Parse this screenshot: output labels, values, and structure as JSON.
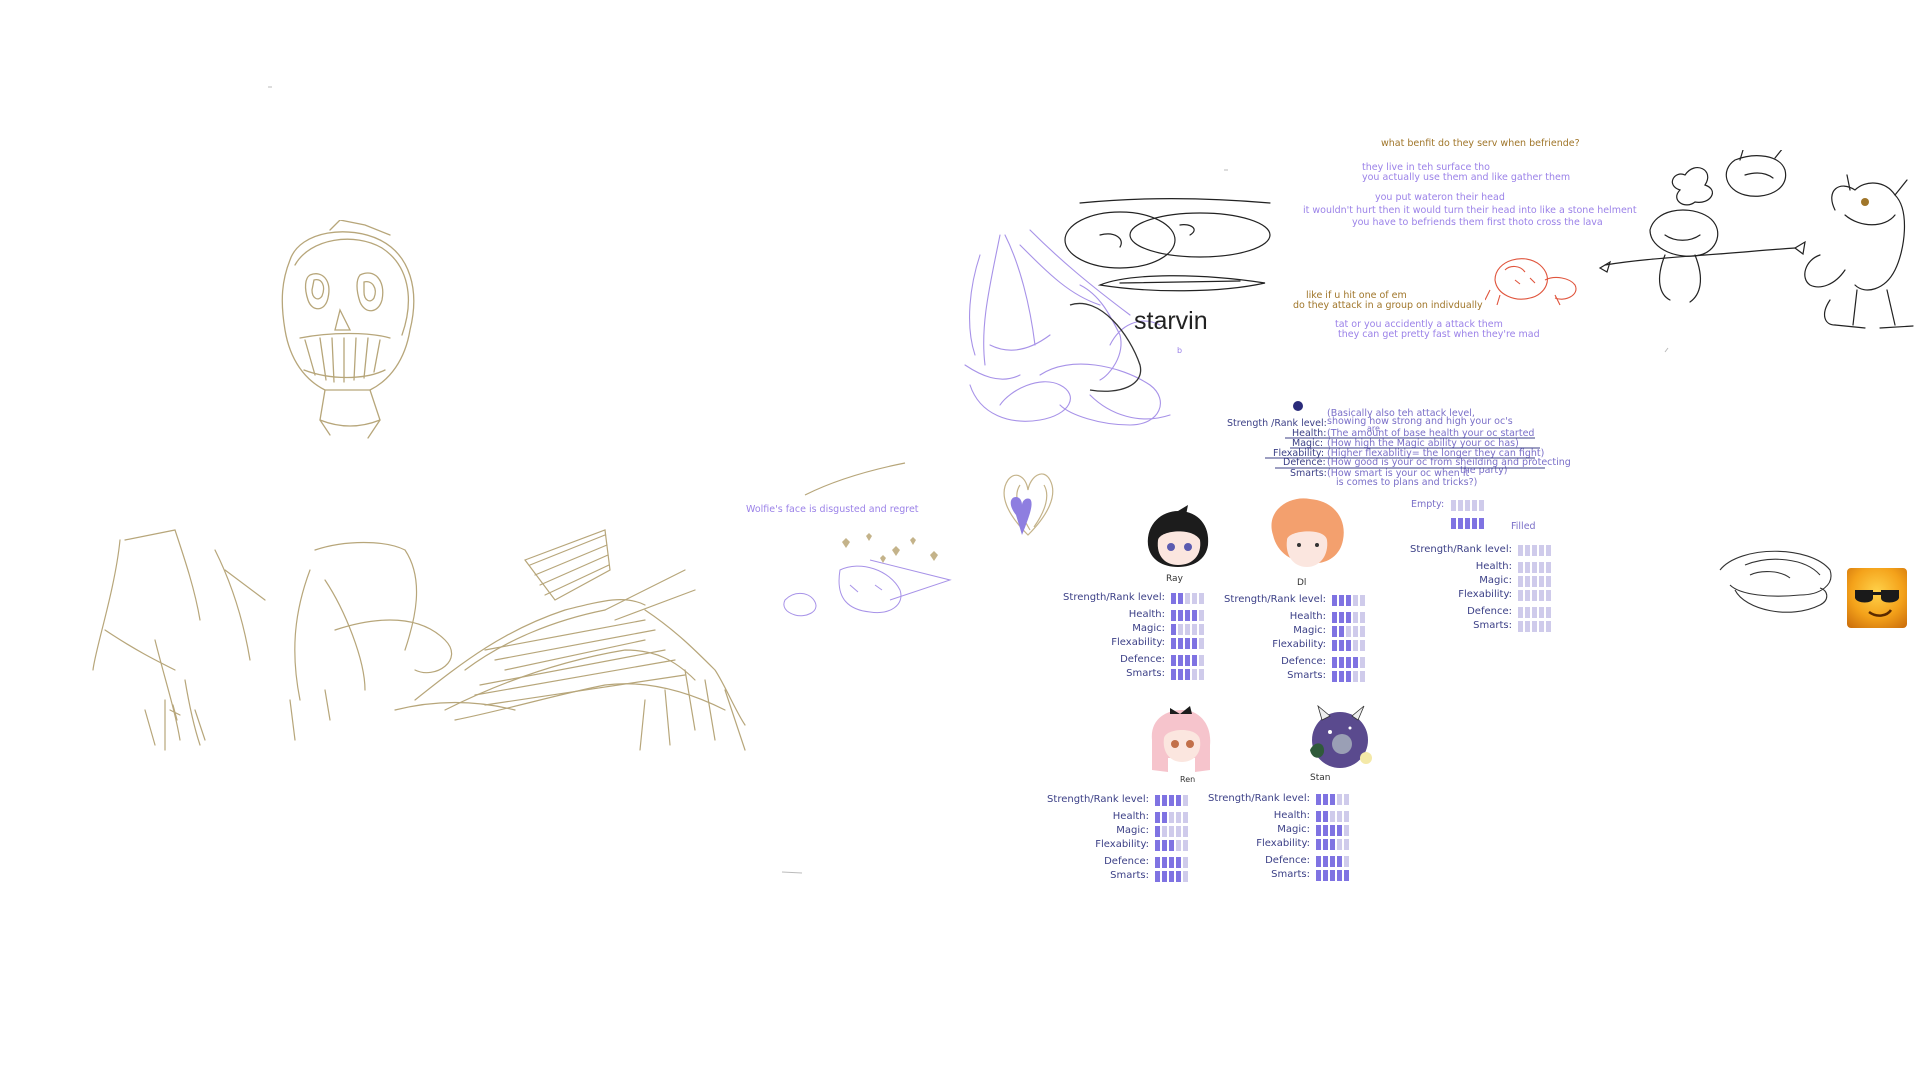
{
  "board": {
    "starvin_label": "starvin",
    "b_mark": "b",
    "wolfie_note": "Wolfie's face is disgusted and regret"
  },
  "qa": {
    "q1": "what benfit do they serv when befriende?",
    "a1_1": "they live in teh surface tho",
    "a1_2": "you actually use them and like gather them",
    "a2_1": "you put wateron their head",
    "a2_2": "it wouldn't hurt then it would turn their head into like a stone helment",
    "a2_3": "you have to befriends them first thoto cross the lava",
    "q3_1": "like if u hit one of em",
    "q3_2": "do they attack in a group on indivdually",
    "a3_1": "tat or you accidently a attack them",
    "a3_2": "they can get pretty fast when they're mad"
  },
  "legend": {
    "strength_label": "Strength /Rank level:",
    "strength_desc_1": "(Basically also teh attack level,",
    "strength_desc_2": "showing how strong and high your oc's",
    "strength_desc_3": "are",
    "health_label": "Health:",
    "health_desc": "(The amount of base health your oc started",
    "magic_label": "Magic:",
    "magic_desc": "(How high the Magic ability your oc has)",
    "flex_label": "Flexability:",
    "flex_desc": "(Higher flexablitiy= the longer they can fight)",
    "defence_label": "Defence:",
    "defence_desc": "(How good is your oc from sheilding and protecting",
    "defence_desc_2": "the party)",
    "smarts_label": "Smarts:",
    "smarts_desc": "(How smart is your oc when it",
    "smarts_desc_2": "is comes to plans and tricks?)",
    "empty_label": "Empty:",
    "filled_label": "Filled"
  },
  "stat_labels": {
    "strength": "Strength/Rank level:",
    "health": "Health:",
    "magic": "Magic:",
    "flex": "Flexability:",
    "defence": "Defence:",
    "smarts": "Smarts:"
  },
  "template_stats": {
    "strength_label": "Strength/Rank level:",
    "health_label": "Health:",
    "magic_label": "Magic:",
    "flex_label": "Flexability:",
    "defence_label": "Defence:",
    "smarts_label": "Smarts:"
  },
  "characters": [
    {
      "sig": "Ray",
      "stats": {
        "strength": 2,
        "health": 4,
        "magic": 1,
        "flex": 4,
        "defence": 4,
        "smarts": 3
      }
    },
    {
      "sig": "Dl",
      "stats": {
        "strength": 3,
        "health": 3,
        "magic": 2,
        "flex": 3,
        "defence": 4,
        "smarts": 3
      }
    },
    {
      "sig": "Ren",
      "stats": {
        "strength": 4,
        "health": 2,
        "magic": 1,
        "flex": 3,
        "defence": 4,
        "smarts": 4
      }
    },
    {
      "sig": "Stan",
      "stats": {
        "strength": 3,
        "health": 2,
        "magic": 4,
        "flex": 3,
        "defence": 4,
        "smarts": 5
      }
    }
  ],
  "colors": {
    "bar_filled": "#7f73e2",
    "bar_empty": "#cfcbeb",
    "sketch_gold": "#b7a67a",
    "note_purple": "#9b82e8",
    "note_gold": "#a0762a",
    "label_navy": "#3b3f86"
  },
  "icons": [
    "heart-icon",
    "sunglasses-emoji-icon"
  ]
}
